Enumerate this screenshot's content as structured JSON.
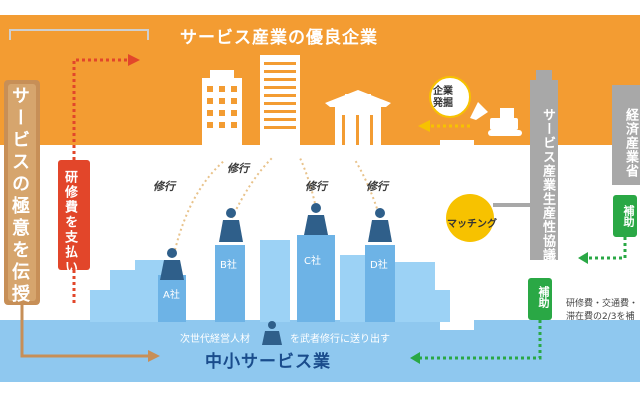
{
  "top_title": "サービス産業の優良企業",
  "bottom_title": "中小サービス業",
  "left_plaque": "サービスの極意を伝授",
  "fee_box": "研修費を支払い",
  "association": "サービス産業生産性協議会",
  "ministry": "経済産業省",
  "subsidy_ministry": "補助",
  "subsidy_association": "補助",
  "company_dispatch": [
    "企業",
    "発掘"
  ],
  "matching": "マッチング",
  "companies": [
    "A社",
    "B社",
    "C社",
    "D社"
  ],
  "shugyo_labels": [
    "修行",
    "修行",
    "修行",
    "修行"
  ],
  "caption_left": "次世代経営人材",
  "caption_right": "を武者修行に送り出す",
  "subsidy_note_lines": [
    "研修費・交通費・",
    "滞在費の2/3を補"
  ],
  "colors": {
    "top_band": "#f39c32",
    "bottom_band": "#8fc8ef",
    "fee_red": "#e2462a",
    "association_gray": "#a8a8a8",
    "subsidy_green": "#2aa845",
    "city_blue": "#6db3e6",
    "wood": "#c78f57"
  }
}
